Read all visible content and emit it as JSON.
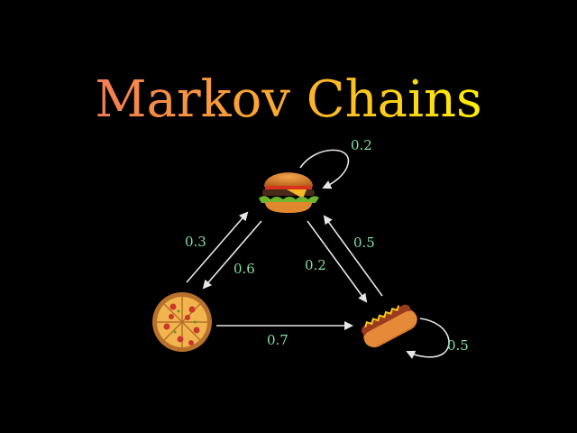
{
  "title": "Markov Chains",
  "colors": {
    "background": "#000000",
    "title_start": "#f47a55",
    "title_end": "#fff200",
    "label": "#7fe3a4",
    "arrow": "#e6e6e6"
  },
  "nodes": [
    {
      "id": "burger",
      "icon": "burger-icon"
    },
    {
      "id": "pizza",
      "icon": "pizza-icon"
    },
    {
      "id": "hotdog",
      "icon": "hotdog-icon"
    }
  ],
  "edges": [
    {
      "from": "pizza",
      "to": "burger",
      "p": "0.3"
    },
    {
      "from": "burger",
      "to": "pizza",
      "p": "0.6"
    },
    {
      "from": "burger",
      "to": "hotdog",
      "p": "0.2"
    },
    {
      "from": "hotdog",
      "to": "burger",
      "p": "0.5"
    },
    {
      "from": "pizza",
      "to": "hotdog",
      "p": "0.7"
    },
    {
      "from": "burger",
      "to": "burger",
      "p": "0.2"
    },
    {
      "from": "hotdog",
      "to": "hotdog",
      "p": "0.5"
    }
  ]
}
